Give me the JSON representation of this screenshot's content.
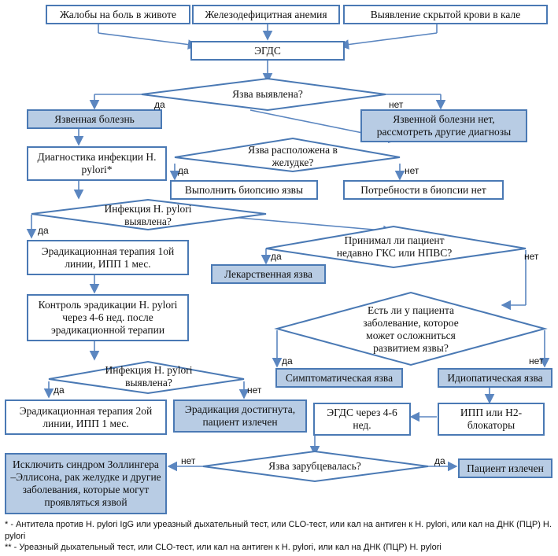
{
  "top_boxes": [
    "Жалобы на боль в животе",
    "Железодефицитная анемия",
    "Выявление скрытой крови в кале"
  ],
  "egds": "ЭГДС",
  "q_ulcer_found": "Язва выявлена?",
  "ulcer_disease": "Язвенная болезнь",
  "no_ulcer": "Язвенной болезни нет, рассмотреть другие диагнозы",
  "hp_diagnostics": "Диагностика инфекции H. pylori*",
  "q_gastric": "Язва расположена в желудке?",
  "biopsy": "Выполнить биопсию язвы",
  "no_biopsy": "Потребности в биопсии нет",
  "q_hp_found_1": "Инфекция H. pylori выявлена?",
  "erad_1": "Эрадикационная терапия 1ой линии, ИПП 1 мес.",
  "q_nsaid": "Принимал ли пациент недавно ГКС или НПВС?",
  "drug_ulcer": "Лекарственная язва",
  "control_erad": "Контроль эрадикации H. pylori через 4-6 нед. после эрадикационной терапии",
  "q_disease": "Есть ли у пациента заболевание, которое может осложниться развитием язвы?",
  "symptomatic": "Симптоматическая язва",
  "idiopathic": "Идиопатическая язва",
  "q_hp_found_2": "Инфекция H. pylori выявлена?",
  "erad_2": "Эрадикационная терапия 2ой линии, ИПП 1 мес.",
  "erad_achieved": "Эрадикация достигнута, пациент излечен",
  "egds_4_6": "ЭГДС через 4-6 нед.",
  "ppi_h2": "ИПП или H2-блокаторы",
  "exclude_ze": "Исключить синдром Золлингера –Эллисона, рак желудке и другие заболевания, которые могут проявляться язвой",
  "q_scarred": "Язва зарубцевалась?",
  "cured": "Пациент излечен",
  "yes": "да",
  "no": "нет",
  "footnote_1": "* - Антитела против H. pylori IgG или уреазный дыхательный тест, или CLO-тест, или кал на антиген к H. pylori, или кал на ДНК (ПЦР) H. pylori",
  "footnote_2": "** - Уреазный дыхательный тест, или CLO-тест, или кал на антиген к H. pylori, или кал на ДНК (ПЦР) H. pylori",
  "colors": {
    "border": "#4a79b4",
    "shade": "#b8cce4",
    "line": "#5b86c0"
  }
}
